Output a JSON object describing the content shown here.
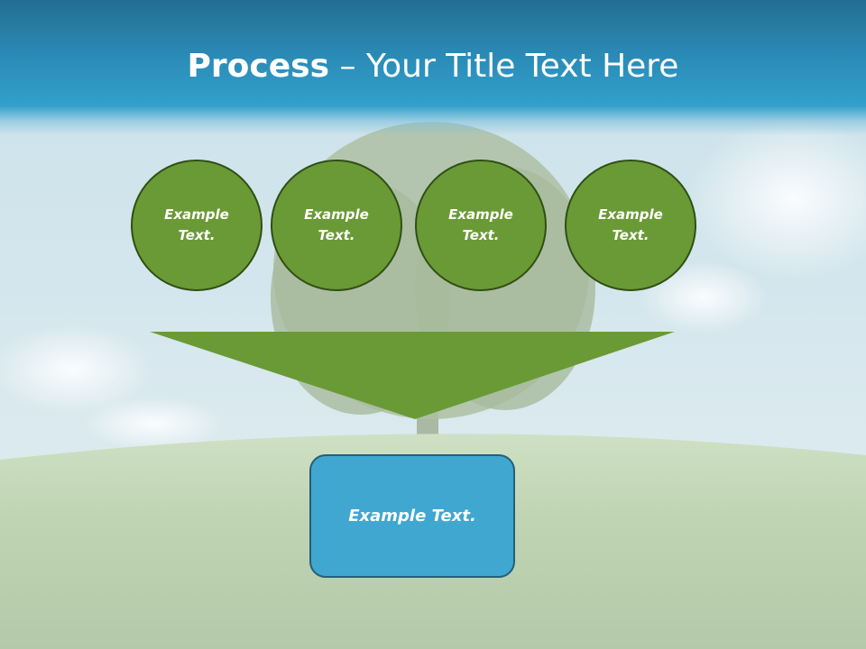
{
  "title": {
    "bold_part": "Process",
    "separator": " – ",
    "rest": "Your Title Text Here"
  },
  "inputs": [
    {
      "text": "Example Text."
    },
    {
      "text": "Example Text."
    },
    {
      "text": "Example Text."
    },
    {
      "text": "Example Text."
    }
  ],
  "output": {
    "text": "Example Text."
  },
  "colors": {
    "title_bar": "#2a8ab5",
    "circle_fill": "#6a9a35",
    "circle_border": "#2f4f14",
    "funnel_fill": "#6a9a35",
    "box_fill": "#3fa7d0",
    "box_border": "#235f7a"
  }
}
